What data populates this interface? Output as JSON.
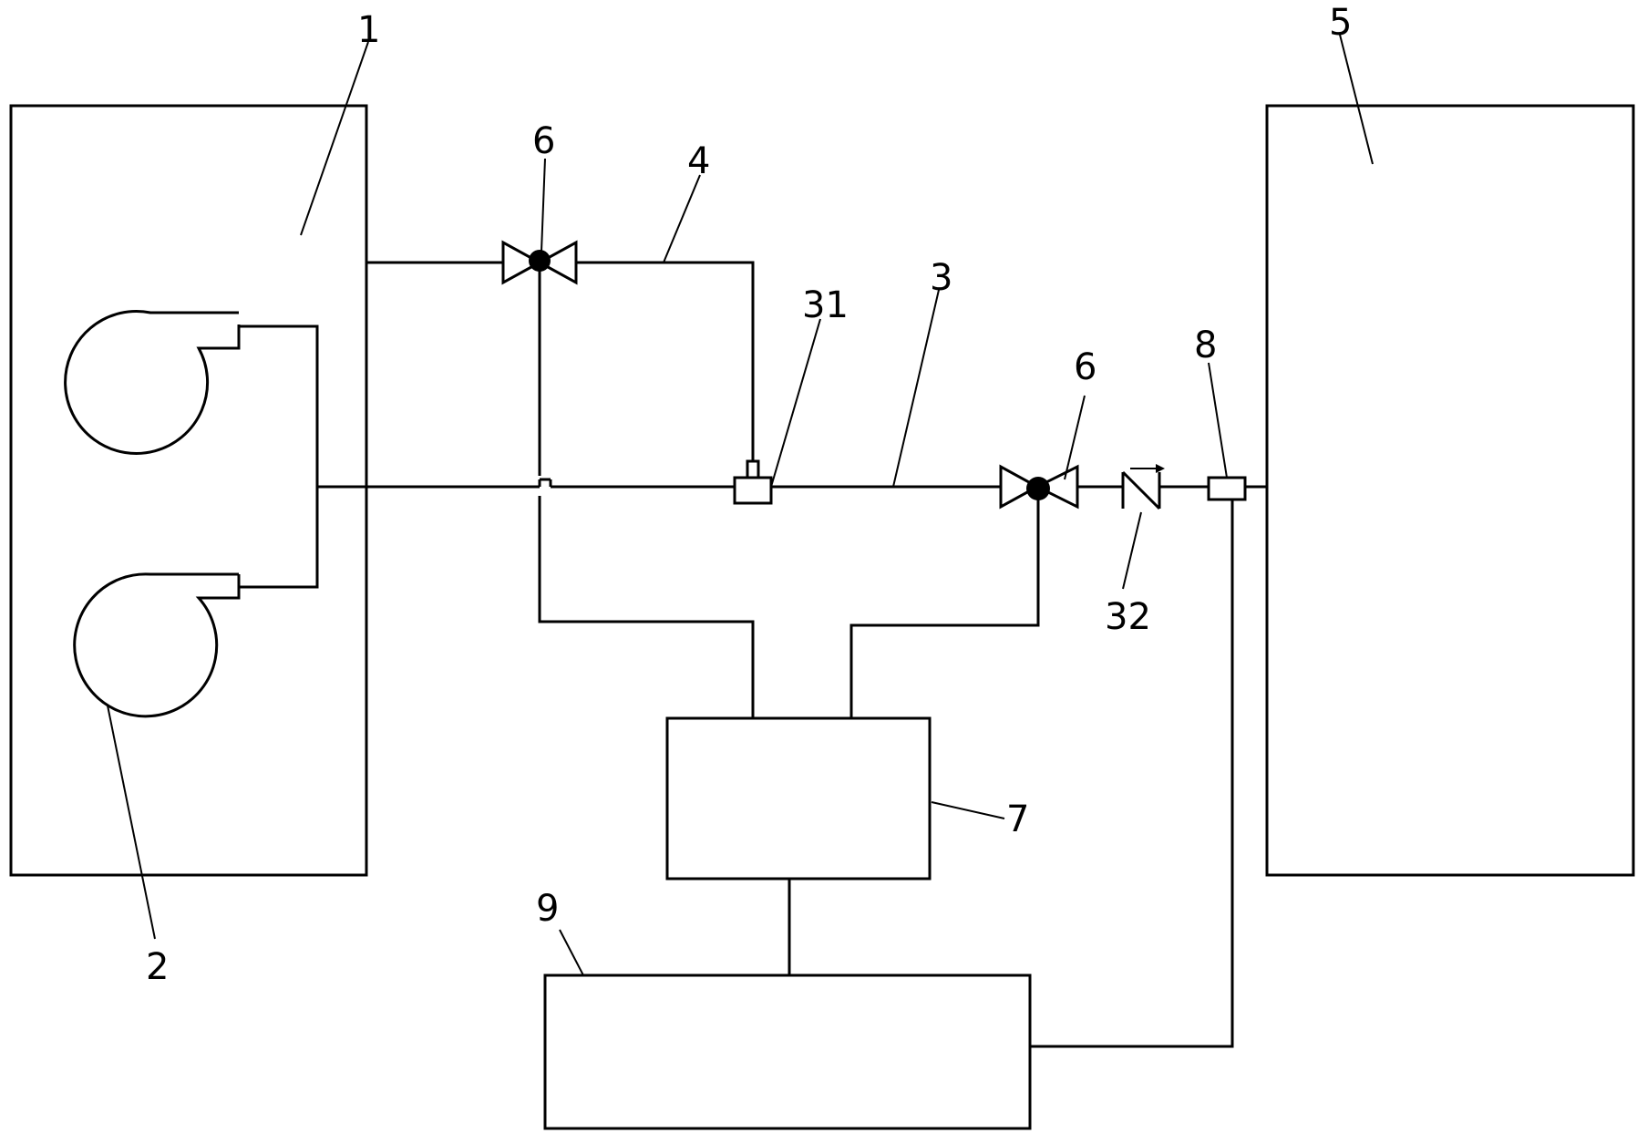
{
  "labels": {
    "tank_1": "1",
    "blower_2": "2",
    "pipe_3": "3",
    "pipe_4": "4",
    "tank_5": "5",
    "valve_6_upper": "6",
    "valve_6_lower": "6",
    "controller_7": "7",
    "sensor_8": "8",
    "unit_9": "9",
    "nozzle_31": "31",
    "check_valve_32": "32"
  }
}
